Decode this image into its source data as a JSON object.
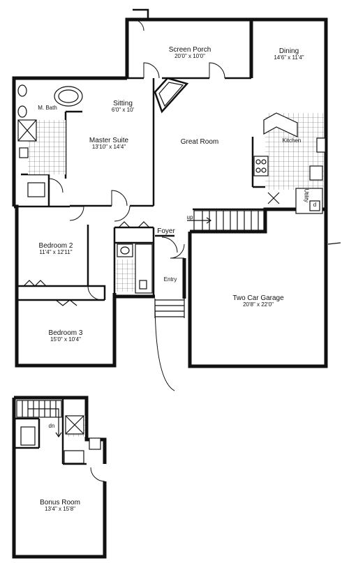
{
  "rooms": {
    "screen_porch": {
      "name": "Screen Porch",
      "dims": "20'0\" x 10'0\""
    },
    "dining": {
      "name": "Dining",
      "dims": "14'6\" x 11'4\""
    },
    "m_bath": {
      "name": "M. Bath"
    },
    "sitting": {
      "name": "Sitting",
      "dims": "6'0\" x 10'"
    },
    "master_suite": {
      "name": "Master Suite",
      "dims": "13'10\" x 14'4\""
    },
    "great_room": {
      "name": "Great Room"
    },
    "kitchen": {
      "name": "Kitchen"
    },
    "bedroom2": {
      "name": "Bedroom 2",
      "dims": "11'4\" x 12'11\""
    },
    "foyer": {
      "name": "Foyer"
    },
    "entry": {
      "name": "Entry"
    },
    "garage": {
      "name": "Two Car Garage",
      "dims": "20'8\" x 22'0\""
    },
    "bedroom3": {
      "name": "Bedroom 3",
      "dims": "15'0\" x 10'4\""
    },
    "bonus": {
      "name": "Bonus Room",
      "dims": "13'4\" x 15'8\""
    }
  },
  "labels": {
    "up": "up",
    "dn": "dn",
    "utility": "Utility",
    "d": "d"
  }
}
